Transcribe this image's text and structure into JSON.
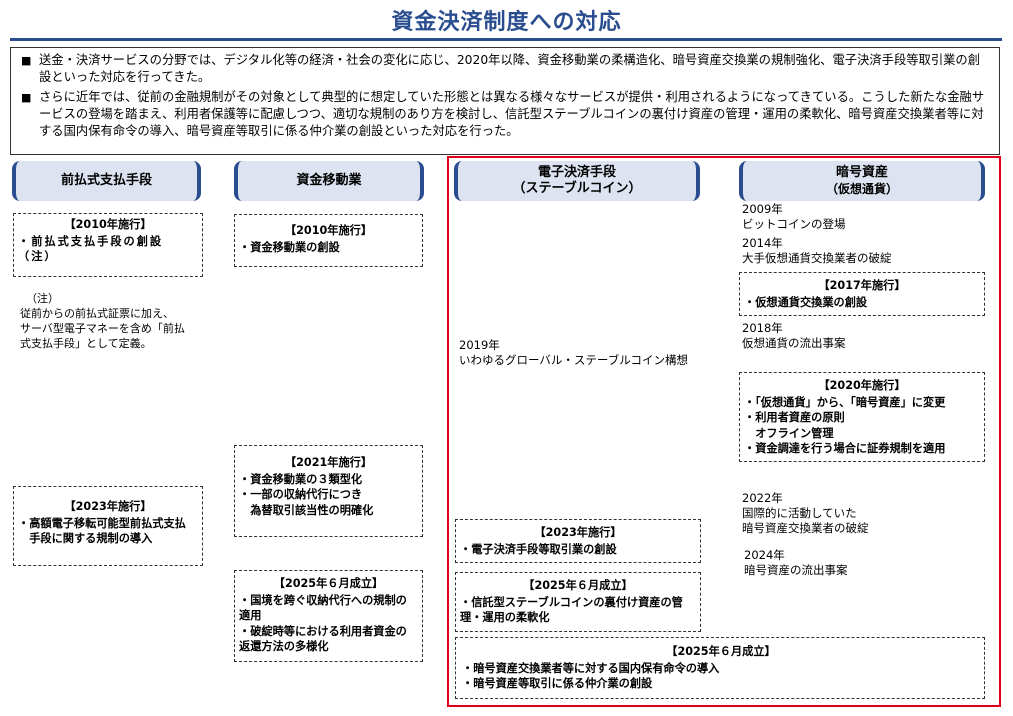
{
  "title": "資金決済制度への対応",
  "intro": {
    "bullets": [
      "送金・決済サービスの分野では、デジタル化等の経済・社会の変化に応じ、2020年以降、資金移動業の柔構造化、暗号資産交換業の規制強化、電子決済手段等取引業の創設といった対応を行ってきた。",
      "さらに近年では、従前の金融規制がその対象として典型的に想定していた形態とは異なる様々なサービスが提供・利用されるようになってきている。こうした新たな金融サービスの登場を踏まえ、利用者保護等に配慮しつつ、適切な規制のあり方を検討し、信託型ステーブルコインの裏付け資産の管理・運用の柔軟化、暗号資産交換業者等に対する国内保有命令の導入、暗号資産等取引に係る仲介業の創設といった対応を行った。"
    ]
  },
  "columns": {
    "prepaid": {
      "header": "前払式支払手段",
      "box2010": {
        "title": "【2010年施行】",
        "lines": [
          "・前払式支払手段の創設\n（注）"
        ]
      },
      "note_label": "（注）",
      "note": "従前からの前払式証票に加え、\nサーバ型電子マネーを含め「前払\n式支払手段」として定義。",
      "box2023": {
        "title": "【2023年施行】",
        "lines": [
          "・高額電子移転可能型前払式支払\n　手段に関する規制の導入"
        ]
      }
    },
    "funds": {
      "header": "資金移動業",
      "box2010": {
        "title": "【2010年施行】",
        "lines": [
          "・資金移動業の創設"
        ]
      },
      "box2021": {
        "title": "【2021年施行】",
        "lines": [
          "・資金移動業の３類型化",
          "・一部の収納代行につき\n　為替取引該当性の明確化"
        ]
      },
      "box2025": {
        "title": "【2025年６月成立】",
        "lines": [
          "・国境を跨ぐ収納代行への規制の\n適用",
          "・破綻時等における利用者資金の\n返還方法の多様化"
        ]
      }
    },
    "stable": {
      "header_line1": "電子決済手段",
      "header_line2": "（ステーブルコイン）",
      "event2019": {
        "year": "2019年",
        "text": "いわゆるグローバル・ステーブルコイン構想"
      },
      "box2023": {
        "title": "【2023年施行】",
        "lines": [
          "・電子決済手段等取引業の創設"
        ]
      },
      "box2025": {
        "title": "【2025年６月成立】",
        "lines": [
          "・信託型ステーブルコインの裏付け資産の管\n理・運用の柔軟化"
        ]
      }
    },
    "crypto": {
      "header_line1": "暗号資産",
      "header_line2": "（仮想通貨）",
      "events": [
        {
          "year": "2009年",
          "text": "ビットコインの登場"
        },
        {
          "year": "2014年",
          "text": "大手仮想通貨交換業者の破綻"
        },
        {
          "year": "2018年",
          "text": "仮想通貨の流出事案"
        },
        {
          "year": "2022年",
          "text": "国際的に活動していた\n暗号資産交換業者の破綻"
        },
        {
          "year": "2024年",
          "text": "暗号資産の流出事案"
        }
      ],
      "box2017": {
        "title": "【2017年施行】",
        "lines": [
          "・仮想通貨交換業の創設"
        ]
      },
      "box2020": {
        "title": "【2020年施行】",
        "lines": [
          "・「仮想通貨」から、「暗号資産」に変更",
          "・利用者資産の原則\n　オフライン管理",
          "・資金調達を行う場合に証券規制を適用"
        ]
      }
    }
  },
  "bottom_box": {
    "title": "【2025年６月成立】",
    "lines": [
      "・暗号資産交換業者等に対する国内保有命令の導入",
      "・暗号資産等取引に係る仲介業の創設"
    ]
  }
}
